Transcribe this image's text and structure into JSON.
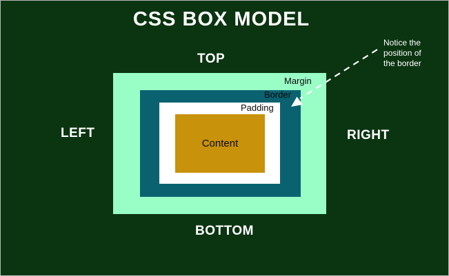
{
  "title": "CSS BOX MODEL",
  "direction_labels": {
    "top": "TOP",
    "left": "LEFT",
    "right": "RIGHT",
    "bottom": "BOTTOM"
  },
  "layers": {
    "margin": {
      "label": "Margin",
      "color": "#99FDC6"
    },
    "border": {
      "label": "Border",
      "color": "#0A6270"
    },
    "padding": {
      "label": "Padding",
      "color": "#FFFFFF"
    },
    "content": {
      "label": "Content",
      "color": "#C8920A"
    }
  },
  "annotation": {
    "text": "Notice the position of the border"
  },
  "colors": {
    "background": "#0B3411",
    "title_text": "#FFFFFF",
    "direction_text": "#FFFFFF",
    "layer_label_text": "#0A0A0A",
    "arrow": "#FFFFFF"
  }
}
